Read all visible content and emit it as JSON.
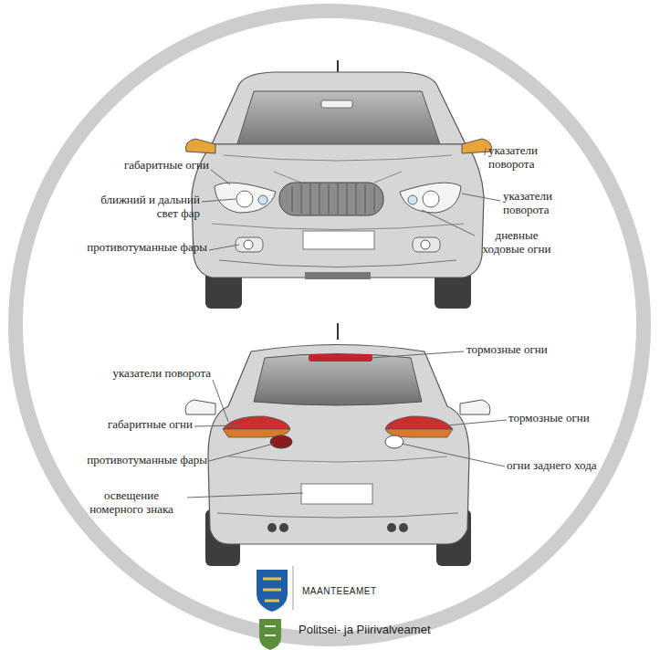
{
  "diagram": {
    "labels": [
      "габаритные огни",
      "ближний и дальний свет фар",
      "противотуманные фары",
      "указатели поворота",
      "указатели поворота",
      "дневные ходовые огни",
      "тормозные огни",
      "указатели поворота",
      "габаритные огни",
      "тормозные огни",
      "противотуманные фары",
      "огни заднего хода",
      "освещение номерного знака",
      "MAANTEEAMET",
      "Politsei- ja Piirivalveamet"
    ]
  }
}
